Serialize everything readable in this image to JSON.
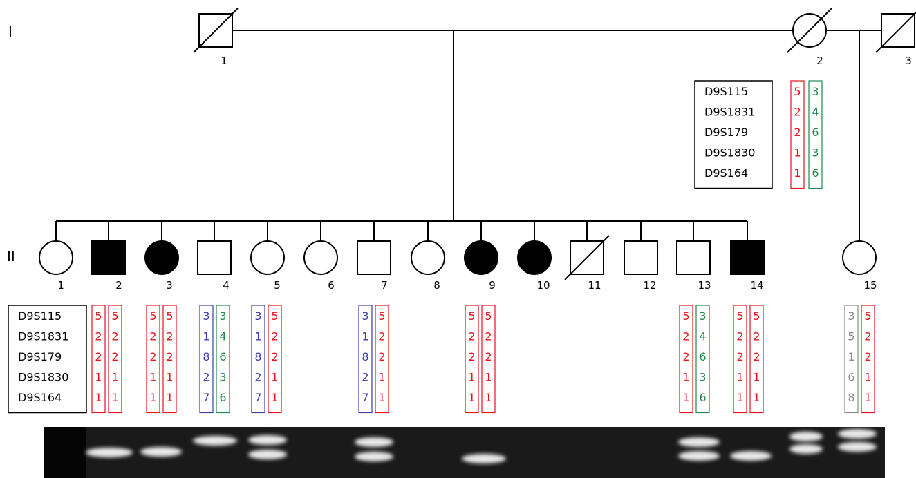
{
  "generations": [
    {
      "label": "I"
    },
    {
      "label": "II"
    }
  ],
  "markers": [
    "D9S115",
    "D9S1831",
    "D9S179",
    "D9S1830",
    "D9S164"
  ],
  "colors": {
    "line": "#000000",
    "red": "#e8131b",
    "green": "#1f8a4e",
    "blue": "#3c3cb0",
    "gray": "#8a8a8a",
    "affected": "#000000",
    "gel_bg": "#1a1a1a",
    "band": "#ffffff"
  },
  "gen1": [
    {
      "number": "1",
      "sex": "male",
      "affected": false,
      "deceased": true
    },
    {
      "number": "2",
      "sex": "female",
      "affected": false,
      "deceased": true
    },
    {
      "number": "3",
      "sex": "male",
      "affected": false,
      "deceased": true
    }
  ],
  "gen1_haplotypes": [
    {
      "person": "2",
      "haps": [
        {
          "color": "red",
          "alleles": [
            "5",
            "2",
            "2",
            "1",
            "1"
          ]
        },
        {
          "color": "green",
          "alleles": [
            "3",
            "4",
            "6",
            "3",
            "6"
          ]
        }
      ]
    }
  ],
  "gen2": [
    {
      "number": "1",
      "sex": "female",
      "affected": false,
      "deceased": false
    },
    {
      "number": "2",
      "sex": "male",
      "affected": true,
      "deceased": false
    },
    {
      "number": "3",
      "sex": "female",
      "affected": true,
      "deceased": false
    },
    {
      "number": "4",
      "sex": "male",
      "affected": false,
      "deceased": false
    },
    {
      "number": "5",
      "sex": "female",
      "affected": false,
      "deceased": false
    },
    {
      "number": "6",
      "sex": "female",
      "affected": false,
      "deceased": false
    },
    {
      "number": "7",
      "sex": "male",
      "affected": false,
      "deceased": false
    },
    {
      "number": "8",
      "sex": "female",
      "affected": false,
      "deceased": false
    },
    {
      "number": "9",
      "sex": "female",
      "affected": true,
      "deceased": false
    },
    {
      "number": "10",
      "sex": "female",
      "affected": true,
      "deceased": false
    },
    {
      "number": "11",
      "sex": "male",
      "affected": false,
      "deceased": true
    },
    {
      "number": "12",
      "sex": "male",
      "affected": false,
      "deceased": false
    },
    {
      "number": "13",
      "sex": "male",
      "affected": false,
      "deceased": false
    },
    {
      "number": "14",
      "sex": "male",
      "affected": true,
      "deceased": false
    },
    {
      "number": "15",
      "sex": "female",
      "affected": false,
      "deceased": false
    }
  ],
  "gen2_haplotypes": [
    {
      "person": "2",
      "haps": [
        {
          "color": "red",
          "alleles": [
            "5",
            "2",
            "2",
            "1",
            "1"
          ]
        },
        {
          "color": "red",
          "alleles": [
            "5",
            "2",
            "2",
            "1",
            "1"
          ]
        }
      ]
    },
    {
      "person": "3",
      "haps": [
        {
          "color": "red",
          "alleles": [
            "5",
            "2",
            "2",
            "1",
            "1"
          ]
        },
        {
          "color": "red",
          "alleles": [
            "5",
            "2",
            "2",
            "1",
            "1"
          ]
        }
      ]
    },
    {
      "person": "4",
      "haps": [
        {
          "color": "blue",
          "alleles": [
            "3",
            "1",
            "8",
            "2",
            "7"
          ]
        },
        {
          "color": "green",
          "alleles": [
            "3",
            "4",
            "6",
            "3",
            "6"
          ]
        }
      ]
    },
    {
      "person": "5",
      "haps": [
        {
          "color": "blue",
          "alleles": [
            "3",
            "1",
            "8",
            "2",
            "7"
          ]
        },
        {
          "color": "red",
          "alleles": [
            "5",
            "2",
            "2",
            "1",
            "1"
          ]
        }
      ]
    },
    {
      "person": "7",
      "haps": [
        {
          "color": "blue",
          "alleles": [
            "3",
            "1",
            "8",
            "2",
            "7"
          ]
        },
        {
          "color": "red",
          "alleles": [
            "5",
            "2",
            "2",
            "1",
            "1"
          ]
        }
      ]
    },
    {
      "person": "9",
      "haps": [
        {
          "color": "red",
          "alleles": [
            "5",
            "2",
            "2",
            "1",
            "1"
          ]
        },
        {
          "color": "red",
          "alleles": [
            "5",
            "2",
            "2",
            "1",
            "1"
          ]
        }
      ]
    },
    {
      "person": "13",
      "haps": [
        {
          "color": "red",
          "alleles": [
            "5",
            "2",
            "2",
            "1",
            "1"
          ]
        },
        {
          "color": "green",
          "alleles": [
            "3",
            "4",
            "6",
            "3",
            "6"
          ]
        }
      ]
    },
    {
      "person": "14",
      "haps": [
        {
          "color": "red",
          "alleles": [
            "5",
            "2",
            "2",
            "1",
            "1"
          ]
        },
        {
          "color": "red",
          "alleles": [
            "5",
            "2",
            "2",
            "1",
            "1"
          ]
        }
      ]
    },
    {
      "person": "15",
      "haps": [
        {
          "color": "gray",
          "alleles": [
            "3",
            "5",
            "1",
            "6",
            "8"
          ]
        },
        {
          "color": "red",
          "alleles": [
            "5",
            "2",
            "2",
            "1",
            "1"
          ]
        }
      ]
    }
  ]
}
